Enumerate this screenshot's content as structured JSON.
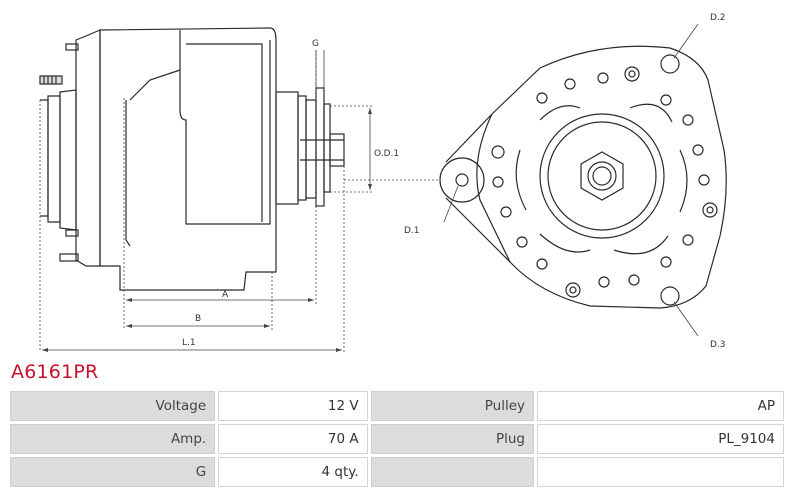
{
  "product": {
    "part_number": "A6161PR"
  },
  "drawing": {
    "labels": {
      "g": "G",
      "od1": "O.D.1",
      "a": "A",
      "b": "B",
      "l1": "L.1",
      "d1": "D.1",
      "d2": "D.2",
      "d3": "D.3"
    }
  },
  "specs": {
    "rows": [
      {
        "k1": "Voltage",
        "v1": "12 V",
        "k2": "Pulley",
        "v2": "AP"
      },
      {
        "k1": "Amp.",
        "v1": "70 A",
        "k2": "Plug",
        "v2": "PL_9104"
      },
      {
        "k1": "G",
        "v1": "4 qty.",
        "k2": "",
        "v2": ""
      }
    ]
  }
}
